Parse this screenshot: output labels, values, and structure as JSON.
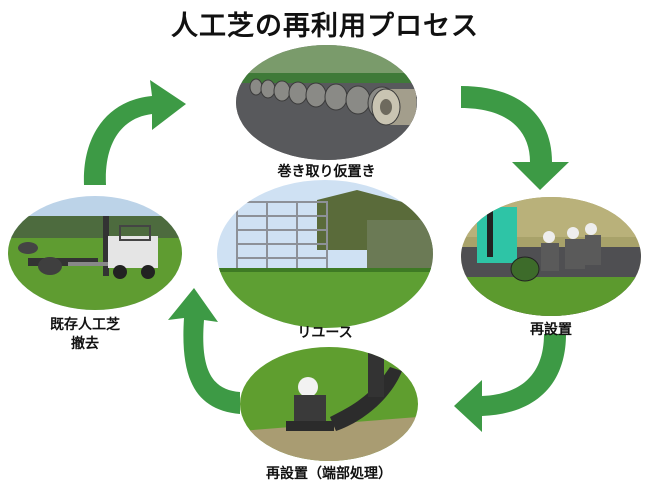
{
  "title": "人工芝の再利用プロセス",
  "steps": {
    "rollup": "巻き取り仮置き",
    "reinstall": "再設置",
    "edge": "再設置（端部処理）",
    "reuse": "リユース",
    "removal_line1": "既存人工芝",
    "removal_line2": "撤去"
  },
  "colors": {
    "arrow": "#3d9a45",
    "turf": "#5b9e2f",
    "asphalt": "#5a5a5c",
    "sky": "#cfe1f3"
  }
}
